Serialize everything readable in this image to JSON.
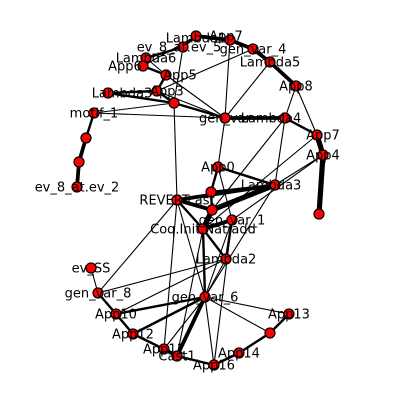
{
  "graph": {
    "node_color": "#ff0000",
    "edge_color": "#000000",
    "label_color": "#000000",
    "nodes": [
      {
        "id": "lambda1",
        "label": "Lambda1"
      },
      {
        "id": "gen_var_4",
        "label": "gen_var_4"
      },
      {
        "id": "lambda5",
        "label": "Lambda5"
      },
      {
        "id": "app7_top",
        "label": "App7"
      },
      {
        "id": "ev_8_at_ev_5",
        "label": "ev_8_at.ev_5"
      },
      {
        "id": "lambda6",
        "label": "Lambda6"
      },
      {
        "id": "app6",
        "label": "App6"
      },
      {
        "id": "app5",
        "label": "App5"
      },
      {
        "id": "app8",
        "label": "App8"
      },
      {
        "id": "lambda_a",
        "label": "Lambda3"
      },
      {
        "id": "app3",
        "label": "App3"
      },
      {
        "id": "motif_1",
        "label": "motif_1"
      },
      {
        "id": "gen_var",
        "label": "gen_var"
      },
      {
        "id": "lambda4",
        "label": "Lambda4"
      },
      {
        "id": "app7",
        "label": "App7"
      },
      {
        "id": "app4",
        "label": "App4"
      },
      {
        "id": "app0",
        "label": "App0"
      },
      {
        "id": "ev_8_at_ev_2",
        "label": "ev_8_at.ev_2"
      },
      {
        "id": "lambda3",
        "label": "Lambda3"
      },
      {
        "id": "revert",
        "label": "REVERTcast"
      },
      {
        "id": "gen_var_1",
        "label": "gen_var_1"
      },
      {
        "id": "coq",
        "label": "Coq.Init.Nat.add"
      },
      {
        "id": "lambda2",
        "label": "Lambda2"
      },
      {
        "id": "ev_ss",
        "label": "ev_SS"
      },
      {
        "id": "gen_var_8",
        "label": "gen_var_8"
      },
      {
        "id": "gen_var_6",
        "label": "gen_var_6"
      },
      {
        "id": "app10",
        "label": "App10"
      },
      {
        "id": "app13",
        "label": "App13"
      },
      {
        "id": "app12",
        "label": "App12"
      },
      {
        "id": "app11",
        "label": "App11"
      },
      {
        "id": "app14",
        "label": "App14"
      },
      {
        "id": "cast1",
        "label": "Cast1"
      },
      {
        "id": "app16",
        "label": "App16"
      },
      {
        "id": "n_ring1",
        "label": ""
      },
      {
        "id": "n_ring2",
        "label": ""
      },
      {
        "id": "n_motif_a",
        "label": ""
      },
      {
        "id": "n_motif_b",
        "label": ""
      },
      {
        "id": "n_lone",
        "label": ""
      },
      {
        "id": "n_app13b",
        "label": ""
      },
      {
        "id": "n_app0b",
        "label": ""
      }
    ]
  }
}
